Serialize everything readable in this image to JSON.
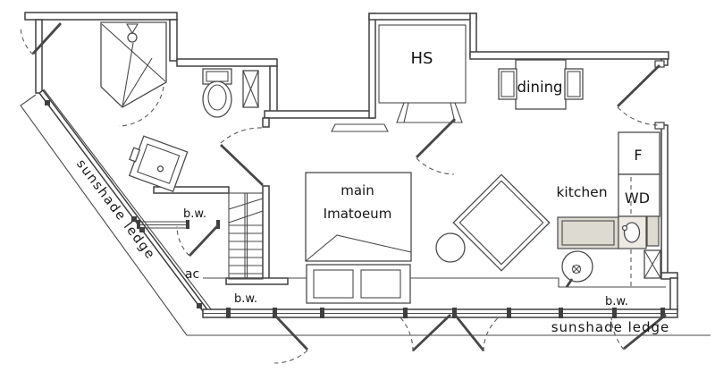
{
  "floorplan": {
    "type": "apartment-floor-plan",
    "labels": {
      "entry_storage": "HS",
      "dining": "dining",
      "fridge": "F",
      "washer_dryer": "WD",
      "kitchen": "kitchen",
      "bedroom_line1": "main",
      "bedroom_line2": "Imatoeum",
      "bay_window_left": "b.w.",
      "bay_window_center": "b.w.",
      "bay_window_right": "b.w.",
      "ac_platform": "ac",
      "sunshade_ledge_left": "sunshade ledge",
      "sunshade_ledge_bottom": "sunshade ledge"
    },
    "colors": {
      "line": "#3f3f3f",
      "text": "#161616",
      "counter_fill": "#dcdad1",
      "sink_fill": "#eceae3",
      "background": "#ffffff"
    }
  }
}
